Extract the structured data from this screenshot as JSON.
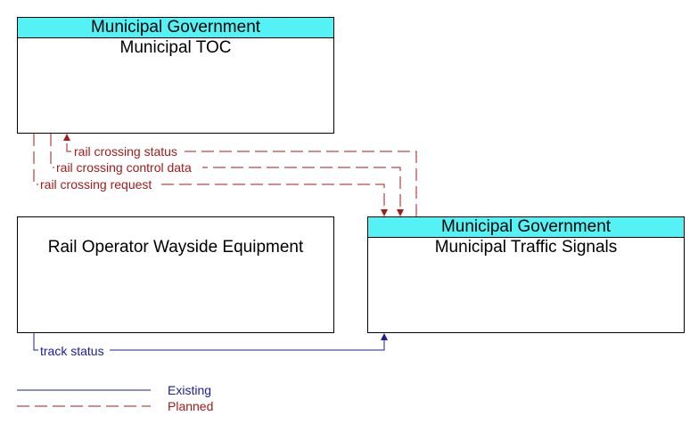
{
  "boxes": {
    "toc": {
      "group": "Municipal Government",
      "name": "Municipal TOC"
    },
    "wayside": {
      "name": "Rail Operator Wayside Equipment"
    },
    "signals": {
      "group": "Municipal Government",
      "name": "Municipal Traffic Signals"
    }
  },
  "flows": {
    "rail_crossing_status": "rail crossing status",
    "rail_crossing_control_data": "rail crossing control data",
    "rail_crossing_request": "rail crossing request",
    "track_status": "track status"
  },
  "legend": {
    "existing": "Existing",
    "planned": "Planned"
  },
  "colors": {
    "header": "#55f2f5",
    "existing": "#1c1c9c",
    "planned": "#a31b1b"
  }
}
